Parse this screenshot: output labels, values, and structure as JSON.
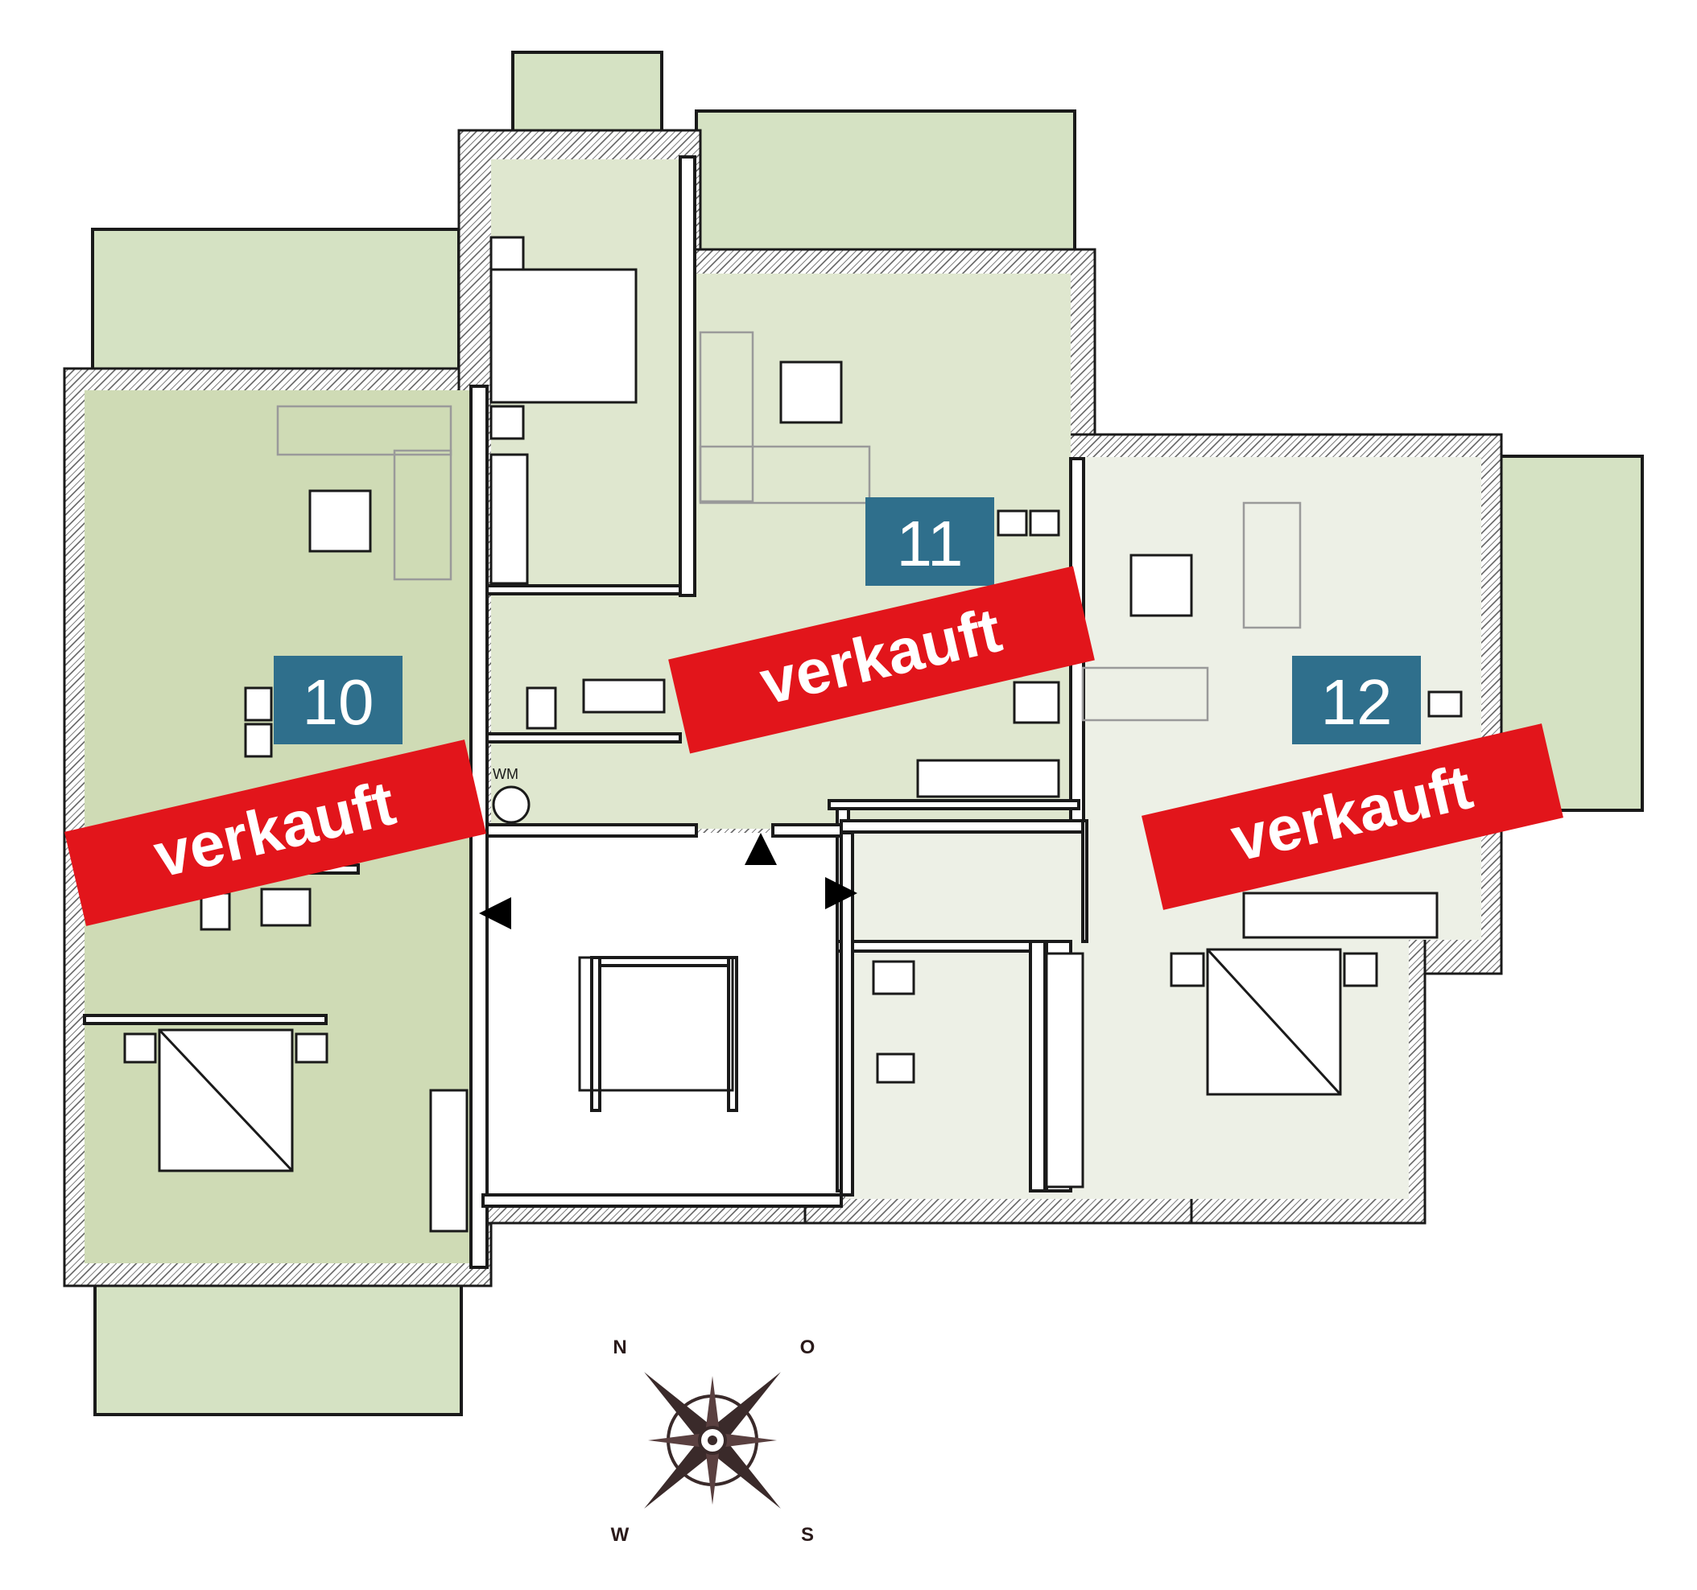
{
  "units": [
    {
      "number": "10",
      "status": "verkauft"
    },
    {
      "number": "11",
      "status": "verkauft"
    },
    {
      "number": "12",
      "status": "verkauft"
    }
  ],
  "laundry_label": "WM",
  "compass": {
    "n": "N",
    "o": "O",
    "s": "S",
    "w": "W"
  },
  "colors": {
    "badge": "#2f6f8c",
    "sold": "#e2151b",
    "unit10_floor": "#cfdbb5",
    "unit11_floor": "#dfe7cf",
    "unit12_floor": "#edf0e6"
  }
}
